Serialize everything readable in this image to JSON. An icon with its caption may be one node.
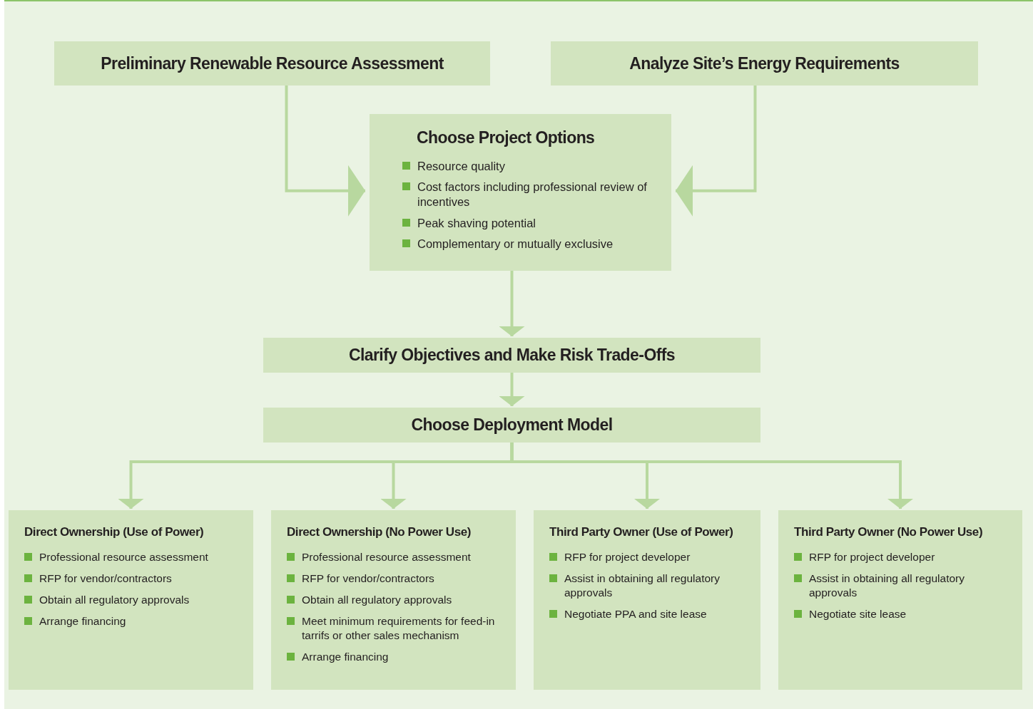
{
  "diagram": {
    "nodes": [
      {
        "text": [
          "Preliminary Renewable Resource Assessment"
        ]
      },
      {
        "text": [
          "Analyze Site’s Energy Requirements"
        ]
      },
      {
        "text": [
          "Choose Project Options",
          "Resource quality",
          "Cost factors including professional review of incentives",
          "Peak shaving potential",
          "Complementary or mutually exclusive"
        ]
      },
      {
        "text": [
          "Clarify Objectives and Make Risk Trade-Offs"
        ]
      },
      {
        "text": [
          "Choose Deployment Model"
        ]
      },
      {
        "text": [
          "Direct Ownership (Use of Power)",
          "Professional resource assessment",
          "RFP for vendor/contractors",
          "Obtain all regulatory approvals",
          "Arrange financing"
        ]
      },
      {
        "text": [
          "Direct Ownership (No Power Use)",
          "Professional resource assessment",
          "RFP for vendor/contractors",
          "Obtain all regulatory approvals",
          "Meet minimum requirements for feed-in tarrifs or other sales mechanism",
          "Arrange financing"
        ]
      },
      {
        "text": [
          "Third Party Owner (Use of Power)",
          "RFP for project developer",
          "Assist in obtaining all regulatory approvals",
          "Negotiate PPA and site lease"
        ]
      },
      {
        "text": [
          "Third Party Owner (No Power Use)",
          "RFP for project developer",
          "Assist in obtaining all regulatory approvals",
          "Negotiate site lease"
        ]
      }
    ],
    "edges": [
      {
        "from": 0,
        "to": 2,
        "arrow": "to"
      },
      {
        "from": 1,
        "to": 2,
        "arrow": "to"
      },
      {
        "from": 2,
        "to": 3,
        "arrow": "to"
      },
      {
        "from": 3,
        "to": 4,
        "arrow": "to"
      },
      {
        "from": 4,
        "to": 5,
        "arrow": "to"
      },
      {
        "from": 4,
        "to": 6,
        "arrow": "to"
      },
      {
        "from": 4,
        "to": 7,
        "arrow": "to"
      },
      {
        "from": 4,
        "to": 8,
        "arrow": "to"
      }
    ]
  }
}
